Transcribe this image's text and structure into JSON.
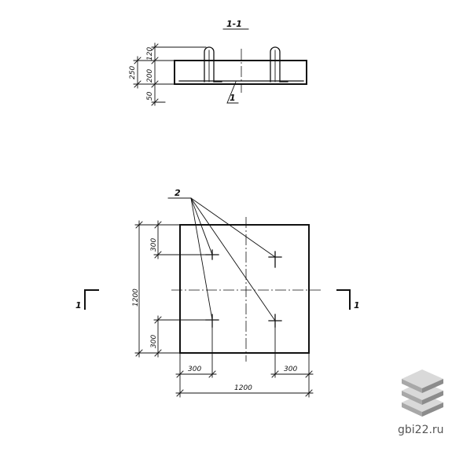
{
  "section": {
    "title": "1-1",
    "dims": [
      "120",
      "200",
      "250",
      "50"
    ],
    "callout": "1"
  },
  "plan": {
    "callout": "2",
    "dims": {
      "left_top": "300",
      "left_total": "1200",
      "left_bottom": "300",
      "bottom_left": "300",
      "bottom_right": "300",
      "bottom_total": "1200"
    },
    "cut_left": "1",
    "cut_right": "1"
  },
  "watermark": {
    "text": "gbi22.ru",
    "colors": {
      "top": "#d9d9d9",
      "mid": "#a8a8a8",
      "bottom": "#8c8c8c"
    }
  }
}
